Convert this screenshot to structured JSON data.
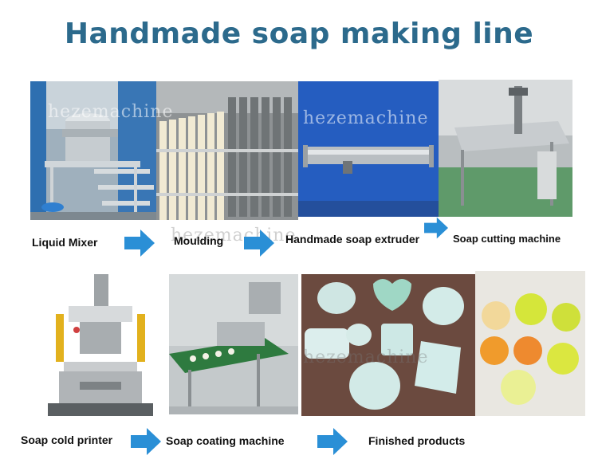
{
  "title": "Handmade soap making line",
  "watermark": "hezemachine",
  "row1": {
    "labels": [
      "Liquid Mixer",
      "Moulding",
      "Handmade soap extruder",
      "Soap cutting machine"
    ]
  },
  "row2": {
    "labels": [
      "Soap cold printer",
      "Soap coating machine",
      "Finished products"
    ]
  },
  "colors": {
    "title": "#2c6a8c",
    "arrow": "#2a8fd6",
    "label": "#111111"
  },
  "icons": [
    "arrow-right-icon"
  ]
}
